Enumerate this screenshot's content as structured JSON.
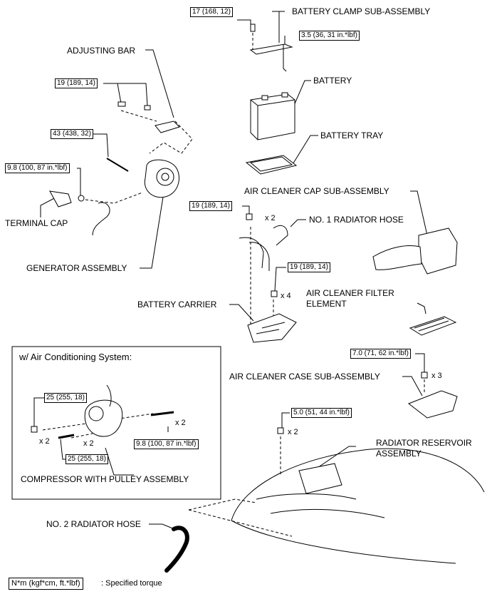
{
  "labels": {
    "battery_clamp": "BATTERY CLAMP SUB-ASSEMBLY",
    "adjusting_bar": "ADJUSTING BAR",
    "battery": "BATTERY",
    "battery_tray": "BATTERY TRAY",
    "air_cleaner_cap": "AIR CLEANER CAP SUB-ASSEMBLY",
    "terminal_cap": "TERMINAL CAP",
    "no1_radiator_hose": "NO. 1 RADIATOR HOSE",
    "generator_assembly": "GENERATOR ASSEMBLY",
    "air_cleaner_filter_1": "AIR CLEANER FILTER",
    "air_cleaner_filter_2": "ELEMENT",
    "battery_carrier": "BATTERY CARRIER",
    "air_cleaner_case": "AIR CLEANER CASE SUB-ASSEMBLY",
    "radiator_reservoir_1": "RADIATOR RESERVOIR",
    "radiator_reservoir_2": "ASSEMBLY",
    "no2_radiator_hose": "NO. 2 RADIATOR HOSE",
    "compressor": "COMPRESSOR WITH PULLEY ASSEMBLY"
  },
  "torques": {
    "clamp_bolt": "17 (168, 12)",
    "clamp_rod": "3.5 (36, 31 in.*lbf)",
    "adjusting_bar_bolts": "19 (189, 14)",
    "generator_pivot": "43 (438, 32)",
    "generator_terminal": "9.8 (100, 87 in.*lbf)",
    "carrier_bolt": "19 (189, 14)",
    "carrier_bolts_4": "19 (189, 14)",
    "air_cleaner_case": "7.0 (71, 62 in.*lbf)",
    "radiator_reservoir": "5.0 (51, 44 in.*lbf)",
    "compressor_bolt_a": "25 (255, 18)",
    "compressor_bolt_b": "25 (255, 18)",
    "compressor_stud": "9.8 (100, 87 in.*lbf)"
  },
  "quantities": {
    "carrier_bolt": "x 2",
    "carrier_bolts_4": "x 4",
    "air_cleaner_case": "x 3",
    "radiator_reservoir": "x 2",
    "compressor_bolt_a": "x 2",
    "compressor_bolt_b": "x 2",
    "compressor_stud": "x 2"
  },
  "inset": {
    "title": "w/ Air Conditioning System:"
  },
  "legend": {
    "unit": "N*m (kgf*cm, ft.*lbf)",
    "description": ": Specified torque"
  }
}
